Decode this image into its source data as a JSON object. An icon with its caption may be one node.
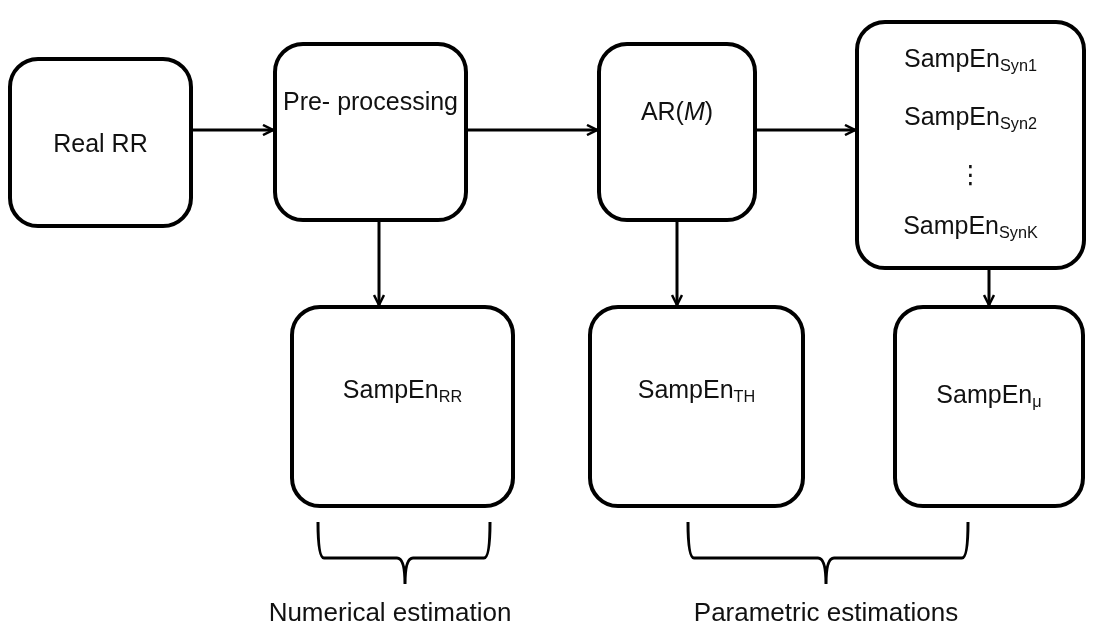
{
  "diagram": {
    "nodes": [
      {
        "text": [
          "Real RR"
        ]
      },
      {
        "text": [
          "Pre- processing"
        ]
      },
      {
        "text": [
          "AR(*M*)"
        ]
      },
      {
        "text": [
          "SampEn$_{Syn1}$",
          "SampEn$_{Syn2}$",
          "⋮",
          "SampEn$_{SynK}$"
        ]
      },
      {
        "text": [
          "SampEn$_{RR}$"
        ]
      },
      {
        "text": [
          "SampEn$_{TH}$"
        ]
      },
      {
        "text": [
          "SampEn$_{μ}$"
        ]
      }
    ],
    "edges": [
      {
        "from": 0,
        "to": 1,
        "arrow": "to"
      },
      {
        "from": 1,
        "to": 2,
        "arrow": "to"
      },
      {
        "from": 2,
        "to": 3,
        "arrow": "to"
      },
      {
        "from": 1,
        "to": 4,
        "arrow": "to"
      },
      {
        "from": 2,
        "to": 5,
        "arrow": "to"
      },
      {
        "from": 3,
        "to": 6,
        "arrow": "to"
      }
    ],
    "labels": [
      "Numerical estimation",
      "Parametric estimations"
    ]
  }
}
